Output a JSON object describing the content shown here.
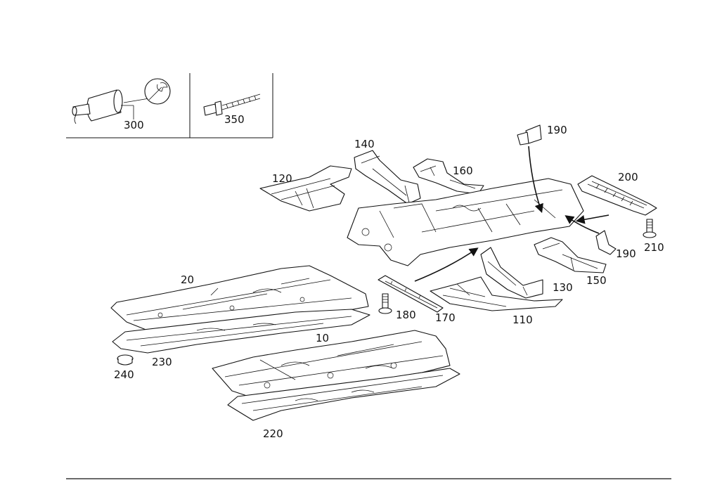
{
  "diagram": {
    "tool_labels": {
      "sealant": "300",
      "rivet": "350"
    },
    "part_labels": {
      "p10": "10",
      "p20": "20",
      "p110": "110",
      "p120": "120",
      "p130": "130",
      "p140": "140",
      "p150": "150",
      "p160": "160",
      "p170": "170",
      "p180": "180",
      "p190a": "190",
      "p190b": "190",
      "p200": "200",
      "p210": "210",
      "p220": "220",
      "p230": "230",
      "p240": "240"
    }
  }
}
